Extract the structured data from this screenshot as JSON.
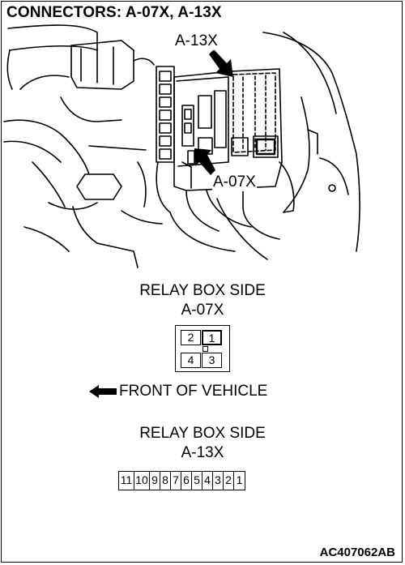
{
  "title": "CONNECTORS: A-07X, A-13X",
  "callouts": {
    "top": "A-13X",
    "bottom": "A-07X"
  },
  "section1": {
    "line1": "RELAY BOX SIDE",
    "line2": "A-07X"
  },
  "connector_4pin": {
    "pins": [
      "2",
      "1",
      "4",
      "3"
    ]
  },
  "front_label": "FRONT OF VEHICLE",
  "section2": {
    "line1": "RELAY BOX SIDE",
    "line2": "A-13X"
  },
  "connector_11pin": {
    "pins": [
      "11",
      "10",
      "9",
      "8",
      "7",
      "6",
      "5",
      "4",
      "3",
      "2",
      "1"
    ]
  },
  "figure_id": "AC407062AB"
}
